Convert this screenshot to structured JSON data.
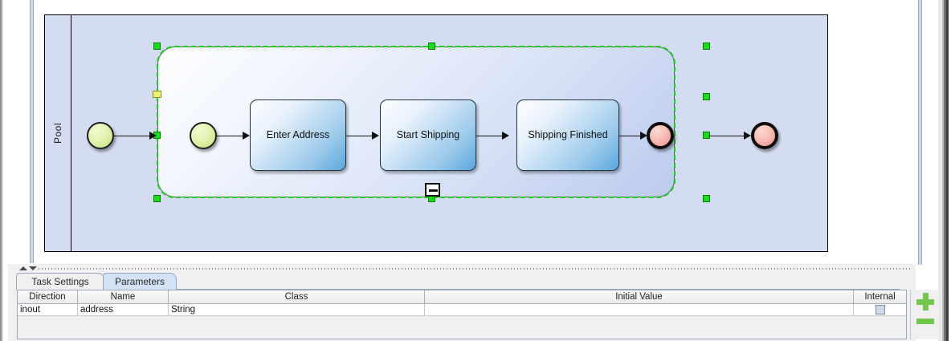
{
  "diagram": {
    "pool_label": "Pool",
    "subprocess": {
      "collapse_marker": "minus-marker",
      "selected": true
    },
    "tasks": [
      {
        "label": "Enter Address"
      },
      {
        "label": "Start Shipping"
      },
      {
        "label": "Shipping Finished"
      }
    ],
    "events": [
      {
        "type": "start",
        "name": "pool-start-event"
      },
      {
        "type": "start",
        "name": "subprocess-start-event"
      },
      {
        "type": "end",
        "name": "subprocess-end-event"
      },
      {
        "type": "end",
        "name": "pool-end-event"
      }
    ]
  },
  "bottom_panel": {
    "tabs": [
      {
        "label": "Task Settings",
        "active": false
      },
      {
        "label": "Parameters",
        "active": true
      }
    ],
    "table": {
      "columns": [
        "Direction",
        "Name",
        "Class",
        "Initial Value",
        "Internal"
      ],
      "rows": [
        {
          "direction": "inout",
          "name": "address",
          "class": "String",
          "initial_value": "",
          "internal": false
        }
      ]
    },
    "buttons": {
      "add_label": "+",
      "remove_label": "–"
    }
  },
  "colors": {
    "pool_bg": "#d3dcf0",
    "selection_green": "#14e014",
    "selection_yellow": "#f2ef72",
    "task_blue": "#5aa7dd",
    "start_event_green": "#c3e274",
    "end_event_red": "#ef8d84",
    "tab_active_bg": "#d3e3f5",
    "button_green": "#72c64c"
  }
}
